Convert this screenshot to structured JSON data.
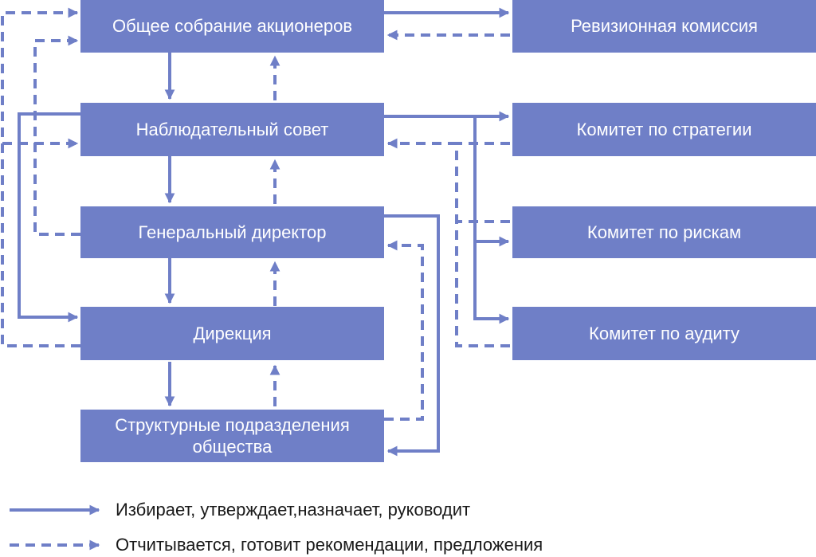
{
  "colors": {
    "box_fill": "#6f7fc7",
    "box_text": "#ffffff",
    "line": "#6f7fc7"
  },
  "nodes": {
    "shareholders": "Общее собрание акционеров",
    "audit_commission": "Ревизионная комиссия",
    "supervisory_board": "Наблюдательный совет",
    "strategy_committee": "Комитет по стратегии",
    "general_director": "Генеральный директор",
    "risk_committee": "Комитет по рискам",
    "directorate": "Дирекция",
    "audit_committee": "Комитет по аудиту",
    "divisions_line1": "Структурные подразделения",
    "divisions_line2": "общества"
  },
  "legend": {
    "solid": "Избирает, утверждает,назначает, руководит",
    "dashed": "Отчитывается, готовит рекомендации, предложения"
  }
}
